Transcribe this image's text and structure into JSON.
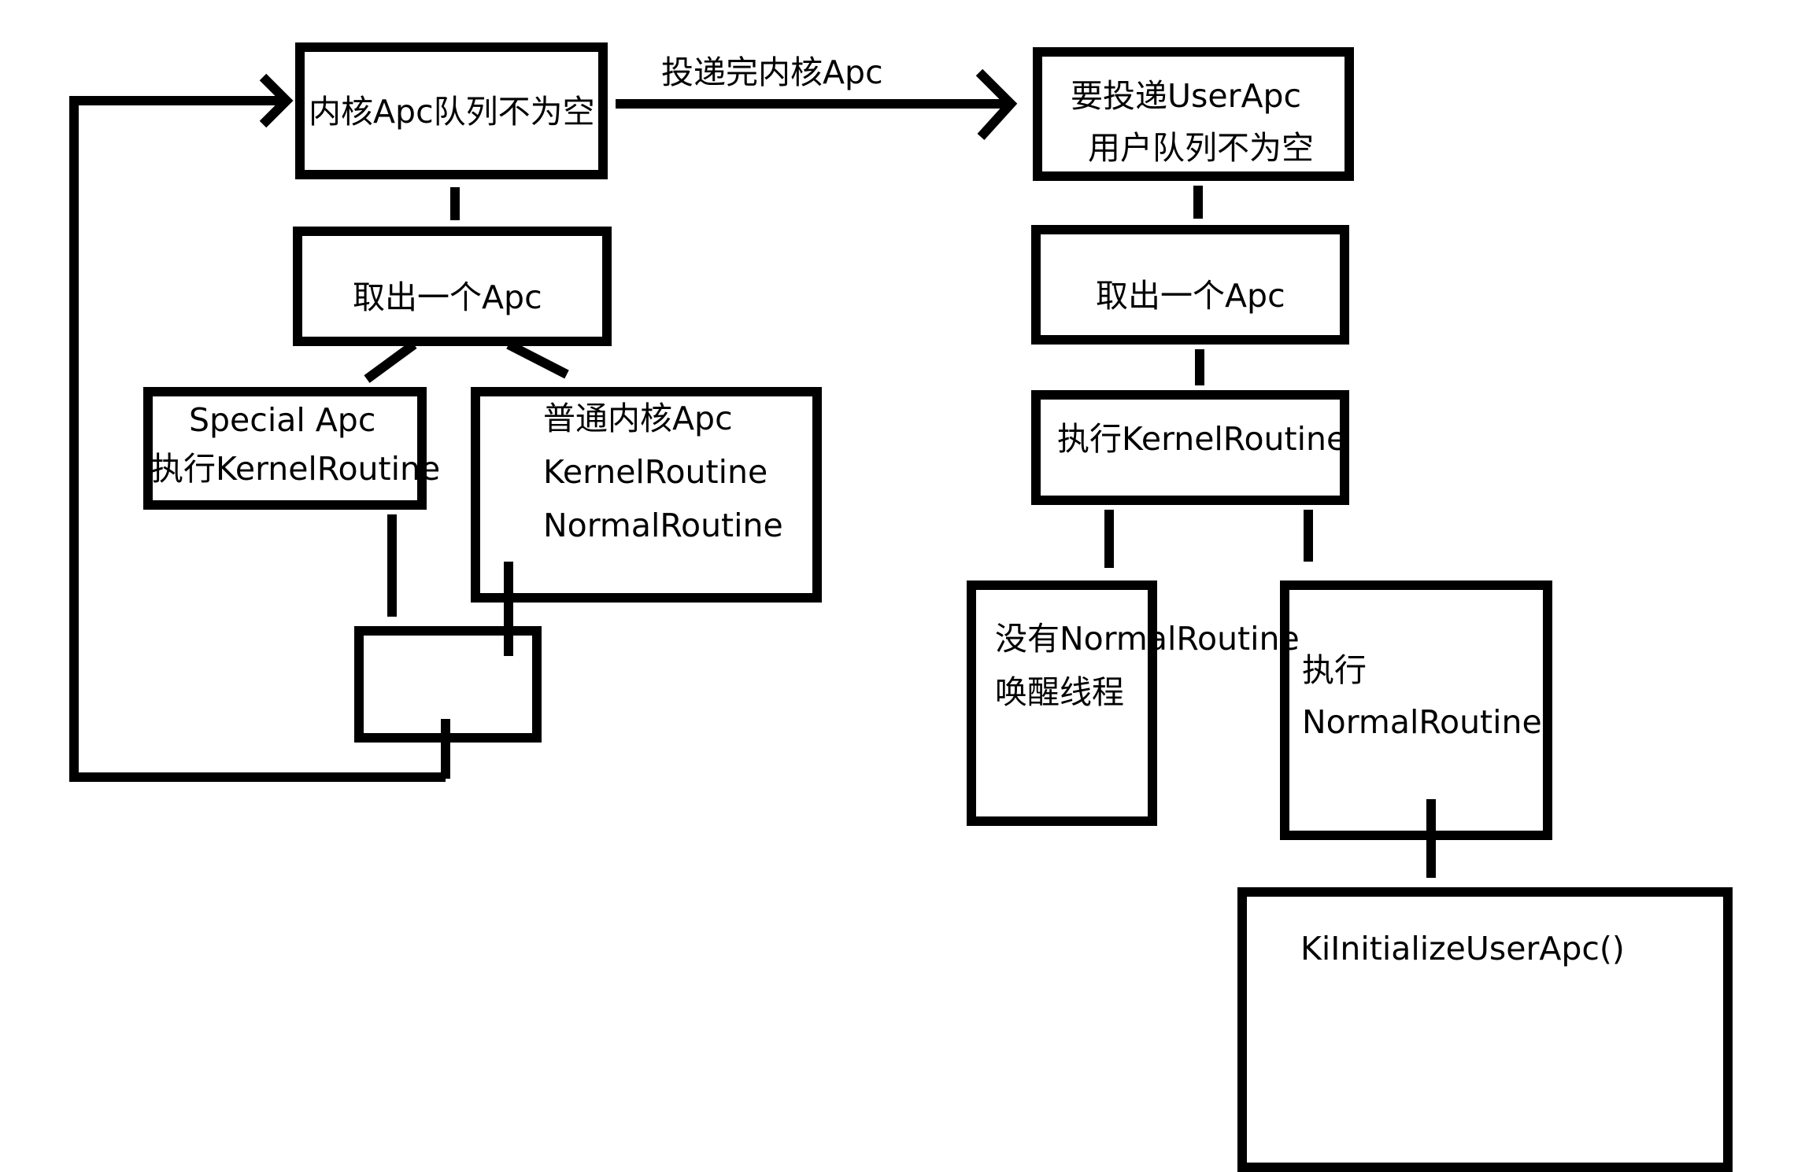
{
  "diagram": {
    "edge_label": "投递完内核Apc",
    "left": {
      "kernel_queue": "内核Apc队列不为空",
      "take_apc": "取出一个Apc",
      "special_apc": {
        "line1": "Special Apc",
        "line2": "执行KernelRoutine"
      },
      "normal_kernel_apc": {
        "line1": "普通内核Apc",
        "line2": "KernelRoutine",
        "line3": "NormalRoutine"
      }
    },
    "right": {
      "user_apc": {
        "line1": "要投递UserApc",
        "line2": "用户队列不为空"
      },
      "take_apc": "取出一个Apc",
      "exec_kernel_routine": "执行KernelRoutine",
      "no_normal_routine": {
        "line1": "没有NormalRoutine",
        "line2": "唤醒线程"
      },
      "exec_normal_routine": {
        "line1": "执行",
        "line2": "NormalRoutine"
      },
      "ki_initialize": "KiInitializeUserApc()"
    }
  }
}
